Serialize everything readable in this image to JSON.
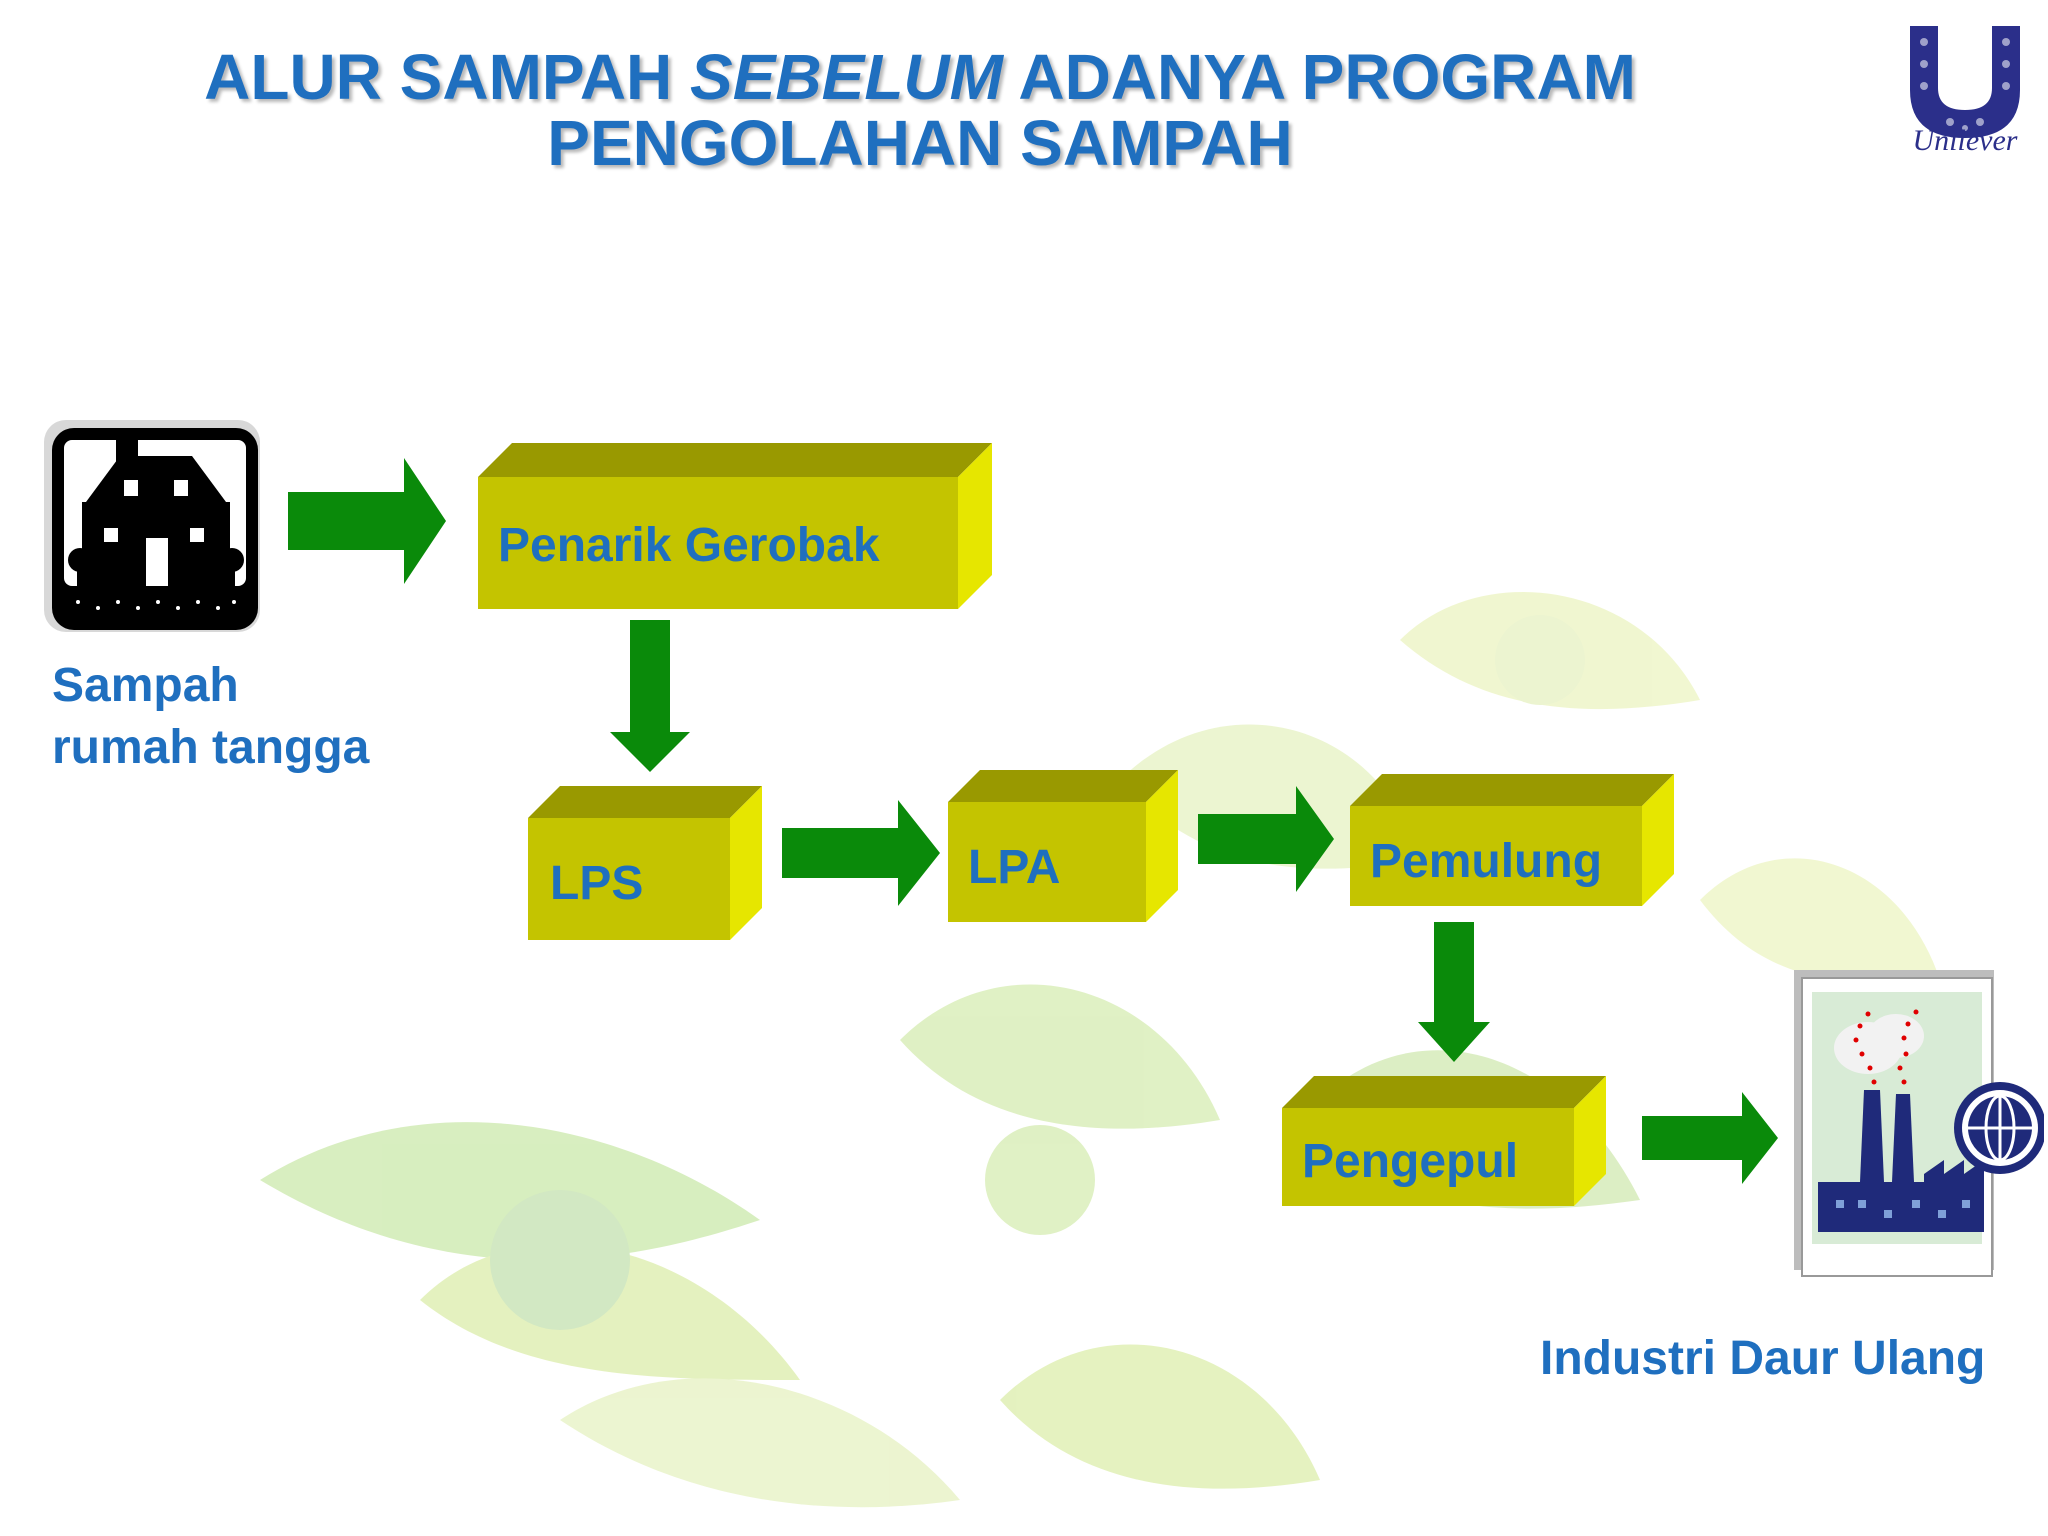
{
  "title": {
    "part1": "ALUR SAMPAH ",
    "emphasis": "SEBELUM",
    "part2": " ADANYA PROGRAM",
    "line2": "PENGOLAHAN SAMPAH"
  },
  "logo": {
    "brand": "Unilever"
  },
  "source_caption": {
    "line1": "Sampah",
    "line2": "rumah tangga"
  },
  "destination_caption": "Industri Daur Ulang",
  "nodes": {
    "penarik": "Penarik Gerobak",
    "lps": "LPS",
    "lpa": "LPA",
    "pemulung": "Pemulung",
    "pengepul": "Pengepul"
  },
  "colors": {
    "text_blue": "#1f6fbf",
    "box_front": "#c4c400",
    "box_top": "#999900",
    "box_side": "#e6e600",
    "arrow_green": "#0a8a0a"
  }
}
